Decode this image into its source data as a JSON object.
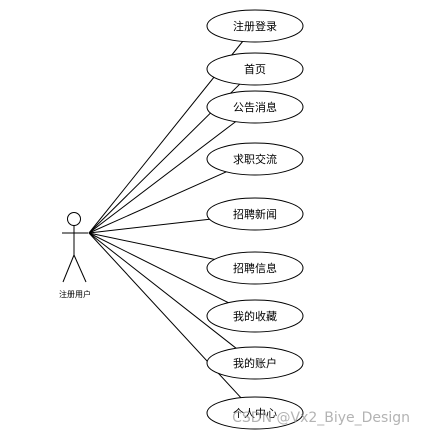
{
  "actor": {
    "label": "注册用户"
  },
  "use_cases": [
    {
      "label": "注册登录"
    },
    {
      "label": "首页"
    },
    {
      "label": "公告消息"
    },
    {
      "label": "求职交流"
    },
    {
      "label": "招聘新闻"
    },
    {
      "label": "招聘信息"
    },
    {
      "label": "我的收藏"
    },
    {
      "label": "我的账户"
    },
    {
      "label": "个人中心"
    }
  ],
  "watermark": {
    "text": "CSDN @Vx2_Biye_Design"
  },
  "colors": {
    "stroke": "#000000",
    "background": "#ffffff",
    "watermark": "#999999"
  }
}
